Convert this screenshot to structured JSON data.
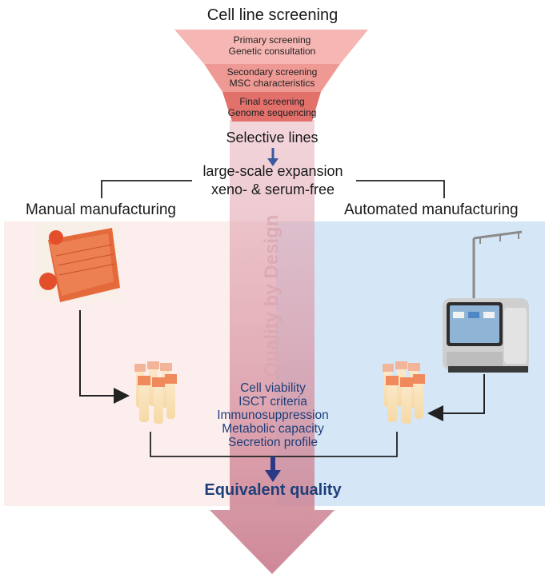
{
  "title": "Cell line screening",
  "funnel": [
    {
      "line1": "Primary screening",
      "line2": "Genetic consultation"
    },
    {
      "line1": "Secondary screening",
      "line2": "MSC characteristics"
    },
    {
      "line1": "Final screening",
      "line2": "Genome sequencing"
    }
  ],
  "selective": "Selective lines",
  "expansion": {
    "line1": "large-scale expansion",
    "line2": "xeno- & serum-free"
  },
  "manual_label": "Manual manufacturing",
  "automated_label": "Automated manufacturing",
  "watermark": "Quality by Design",
  "criteria": [
    "Cell viability",
    "ISCT criteria",
    "Immunosuppression",
    "Metabolic capacity",
    "Secretion profile"
  ],
  "result": "Equivalent quality",
  "colors": {
    "manual_bg": "#fdeeee",
    "automated_bg": "#d5e6f7",
    "big_arrow": "#c97b8c",
    "funnel_top": "#f6b7b4",
    "funnel_mid": "#ef9994",
    "funnel_bottom": "#e2706b",
    "text_blue": "#1f3f7a"
  }
}
